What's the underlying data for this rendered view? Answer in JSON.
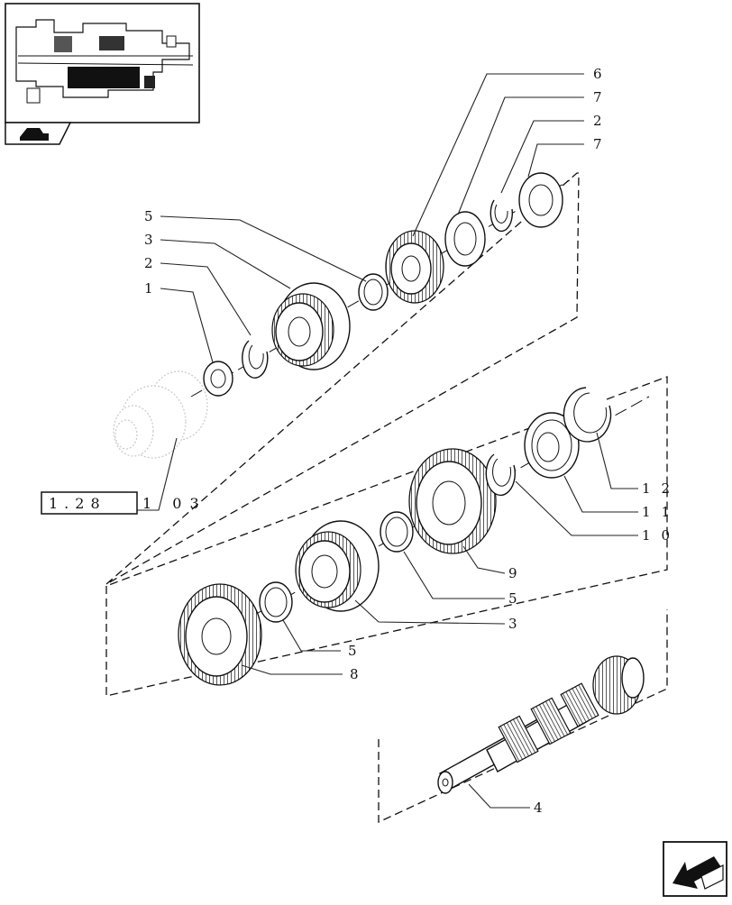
{
  "thumbnail": {
    "icon": "gearbox-section-thumbnail-icon"
  },
  "reference": {
    "text": "1.28.1 03",
    "box_text": "1.28",
    "tail_text": "1 03"
  },
  "callouts": [
    {
      "id": "c6",
      "text": "6"
    },
    {
      "id": "c7a",
      "text": "7"
    },
    {
      "id": "c2a",
      "text": "2"
    },
    {
      "id": "c7b",
      "text": "7"
    },
    {
      "id": "c5a",
      "text": "5"
    },
    {
      "id": "c3a",
      "text": "3"
    },
    {
      "id": "c2b",
      "text": "2"
    },
    {
      "id": "c1",
      "text": "1"
    },
    {
      "id": "c12",
      "text": "12"
    },
    {
      "id": "c11",
      "text": "11"
    },
    {
      "id": "c10",
      "text": "10"
    },
    {
      "id": "c9",
      "text": "9"
    },
    {
      "id": "c5b",
      "text": "5"
    },
    {
      "id": "c3b",
      "text": "3"
    },
    {
      "id": "c5c",
      "text": "5"
    },
    {
      "id": "c8",
      "text": "8"
    },
    {
      "id": "c4",
      "text": "4"
    }
  ],
  "navigation": {
    "previous_icon": "previous-page-arrow-icon",
    "next_icon": "next-page-arrow-icon"
  }
}
